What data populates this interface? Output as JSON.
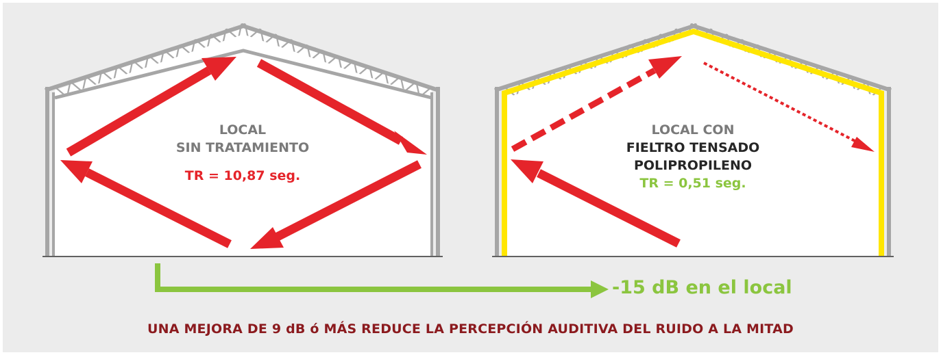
{
  "colors": {
    "background": "#ececec",
    "structure": "#a6a6a6",
    "arrow_red": "#e5242a",
    "arrow_green": "#8bc53f",
    "felt_yellow": "#ffe600",
    "footer": "#8b1a1e"
  },
  "untreated": {
    "line1": "LOCAL",
    "line2": "SIN TRATAMIENTO",
    "tr": "TR = 10,87 seg."
  },
  "treated": {
    "line1": "LOCAL CON",
    "line2": "FIELTRO TENSADO",
    "line3": "POLIPROPILENO",
    "tr": "TR = 0,51 seg."
  },
  "gain_label": "-15 dB en el local",
  "footer": "UNA MEJORA DE 9 dB ó MÁS REDUCE LA PERCEPCIÓN AUDITIVA DEL RUIDO A LA MITAD"
}
